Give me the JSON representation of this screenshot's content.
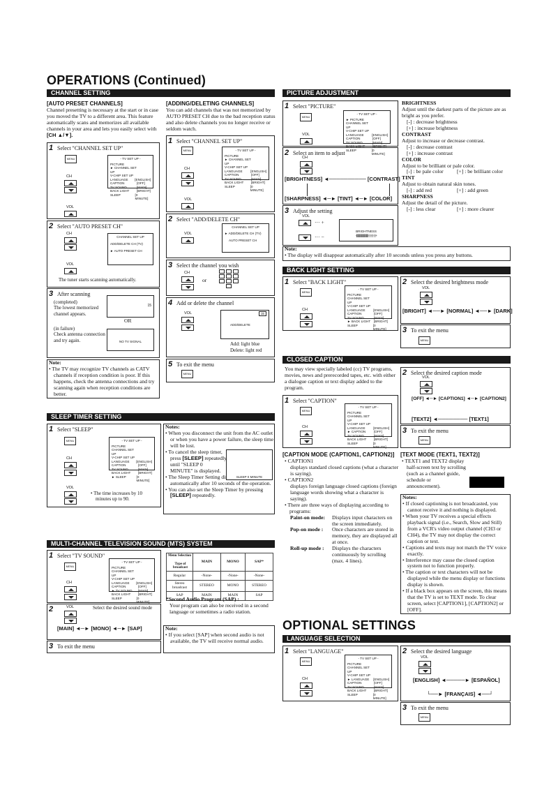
{
  "header": {
    "title": "OPERATIONS (Continued)"
  },
  "channel_setting": {
    "bar": "CHANNEL SETTING",
    "auto": {
      "title": "[AUTO PRESET CHANNELS]",
      "intro": "Channel presetting is necessary at the start or in case you moved the TV to a different area. This feature automatically scans and memorizes all available channels in your area and lets you easily select with",
      "intro_keys": "[CH ▲/▼].",
      "step1": "Select \"CHANNEL SET UP\"",
      "step2": "Select \"AUTO PRESET CH\"",
      "step2_caption": "The tuner starts scanning automatically.",
      "step3": "After scanning",
      "completed": "(completed)\nThe lowest memorized channel appears.",
      "or": "OR",
      "failure": "(in failure)\nCheck antenna connection and try again.",
      "screen_channel": "15",
      "screen_no_signal": "NO TV SIGNAL",
      "screen_auto_title": "CHANNEL SET UP",
      "screen_auto_line1": "ADD/DELETE CH (TV)",
      "screen_auto_line2": "► AUTO PRESET CH",
      "note_label": "Note:",
      "note": "The TV may recognize TV channels as CATV channels if reception condition is poor. If this happens, check the antenna connections and try scanning again when reception conditions are better."
    },
    "adding": {
      "title": "[ADDING/DELETING CHANNELS]",
      "intro": "You can add channels that was not memorized by AUTO PRESET CH due to the bad reception status and also delete channels you no longer receive or seldom watch.",
      "step1": "Select \"CHANNEL SET UP\"",
      "step2": "Select \"ADD/DELETE CH\"",
      "step3": "Select the channel you wish",
      "step3_or": "or",
      "step4": "Add or delete the channel",
      "screen_adddel": "ADD/DELETE",
      "screen_channel": "15",
      "add_label": "Add: light blue",
      "delete_label": "Delete: light red",
      "step5": "To exit the menu",
      "screen_auto_title": "CHANNEL SET UP",
      "screen_auto_line1": "► ADD/DELETE CH (TV)",
      "screen_auto_line2": "AUTO PRESET CH"
    }
  },
  "tv_menu": {
    "title": "- TV SET UP -",
    "rows": [
      [
        "PICTURE",
        ""
      ],
      [
        "CHANNEL SET UP",
        ""
      ],
      [
        "V-CHIP SET UP",
        ""
      ],
      [
        "LANGUAGE",
        "[ENGLISH]"
      ],
      [
        "CAPTION",
        "[OFF]"
      ],
      [
        "TV SOUND",
        "[MAIN]"
      ],
      [
        "BACK LIGHT",
        "[BRIGHT]"
      ],
      [
        "SLEEP",
        "[0 MINUTE]"
      ]
    ]
  },
  "buttons": {
    "menu": "MENU",
    "ch": "CH",
    "vol": "VOL"
  },
  "sleep_timer": {
    "bar": "SLEEP TIMER SETTING",
    "step1": "Select \"SLEEP\"",
    "caption": "The time increases by 10 minutes up to 90.",
    "notes_label": "Notes:",
    "note1": "When you disconnect the unit from the AC outlet or when you have a power failure, the sleep time will be lost.",
    "note2a": "To cancel the sleep timer, press",
    "note2_key": "[SLEEP]",
    "note2b": "repeatedly until \"SLEEP 0 MINUTE\" is displayed.",
    "note3": "The Sleep Timer Setting display will disappear automatically after 10 seconds of the operation.",
    "note4a": "You can also set the Sleep Timer by pressing",
    "note4_key": "[SLEEP]",
    "note4b": "repeatedly.",
    "screen": "SLEEP 0 MINUTE"
  },
  "mts": {
    "bar": "MULTI-CHANNEL TELEVISION SOUND (MTS) SYSTEM",
    "step1": "Select \"TV SOUND\"",
    "step2": "Select the desired sound mode",
    "flow": [
      "[MAIN]",
      "[MONO]",
      "[SAP]"
    ],
    "step3": "To exit the menu",
    "table_corner_top": "Menu Selection",
    "table_corner_bottom": "Type of broadcast",
    "table_headers": [
      "MAIN",
      "MONO",
      "SAP*"
    ],
    "table_rows": [
      [
        "Regular",
        "-None-",
        "-None-",
        "-None-"
      ],
      [
        "Stereo broadcast",
        "STEREO",
        "MONO",
        "STEREO"
      ],
      [
        "SAP",
        "MAIN",
        "MAIN",
        "SAP"
      ]
    ],
    "sap_title": "*Second Audio Program (SAP) :",
    "sap_text": "Your program can also be received in a second language or sometimes a radio station.",
    "note_label": "Note:",
    "note": "If you select [SAP] when second audio is not available, the TV will receive normal audio."
  },
  "picture": {
    "bar": "PICTURE ADJUSTMENT",
    "step1": "Select \"PICTURE\"",
    "step2": "Select an item to adjust",
    "step3": "Adjust the setting",
    "flow": [
      "[BRIGHTNESS]",
      "[CONTRAST]",
      "[SHARPNESS]",
      "[TINT]",
      "[COLOR]"
    ],
    "plus": "··· +",
    "minus": "··· −",
    "screen_title": "BRIGHTNESS",
    "screen_bar": "-|||||||||||||||||||||||||·|·|·|·|·|·|+",
    "settings": [
      {
        "name": "BRIGHTNESS",
        "desc": "Adjust until the darkest parts of the picture are as bright as you prefer.",
        "minus": "[-] : decrease brightness",
        "plus": "[+] : increase brightness"
      },
      {
        "name": "CONTRAST",
        "desc": "Adjust to increase or decrease contrast.",
        "minus": "[-] : decrease contrast",
        "plus": "[+] : increase contrast"
      },
      {
        "name": "COLOR",
        "desc": "Adjust to be brilliant or pale color.",
        "minus": "[-] : be pale color",
        "plus": "[+] : be brilliant color"
      },
      {
        "name": "TINT",
        "desc": "Adjust to obtain natural skin tones.",
        "minus": "[-] : add red",
        "plus": "[+] : add green"
      },
      {
        "name": "SHARPNESS",
        "desc": "Adjust the detail of the picture.",
        "minus": "[-] : less clear",
        "plus": "[+] : more clearer"
      }
    ],
    "note_label": "Note:",
    "note": "The display will disappear automatically after 10 seconds unless you press any buttons."
  },
  "backlight": {
    "bar": "BACK LIGHT SETTING",
    "step1": "Select \"BACK LIGHT\"",
    "step2": "Select the desired brightness mode",
    "flow": [
      "[BRIGHT]",
      "[NORMAL]",
      "[DARK]"
    ],
    "step3": "To exit the menu"
  },
  "caption": {
    "bar": "CLOSED CAPTION",
    "intro": "You may view specially labeled (cc) TV programs, movies, news and prerecorded tapes, etc. with either a dialogue caption or text display added to the program.",
    "step1": "Select \"CAPTION\"",
    "step2": "Select the desired caption mode",
    "flow": [
      "[OFF]",
      "[CAPTION1]",
      "[CAPTION2]",
      "[TEXT2]",
      "[TEXT1]"
    ],
    "step3": "To exit the menu",
    "mode_title": "[CAPTION MODE (CAPTION1, CAPTION2)]",
    "cap1_name": "CAPTION1",
    "cap1_desc": "displays standard closed captions (what a character is saying).",
    "cap2_name": "CAPTION2",
    "cap2_desc": "displays foreign language closed captions (foreign language words showing what a character is saying).",
    "three_ways": "There are three ways of displaying according to programs:",
    "paint_label": "Paint-on mode:",
    "paint_desc": "Displays input characters on the screen immediately.",
    "pop_label": "Pop-on mode :",
    "pop_desc": "Once characters are stored in memory, they are displayed all at once.",
    "roll_label": "Roll-up mode :",
    "roll_desc": "Displays the characters continuously by scrolling (max. 4 lines).",
    "text_title": "[TEXT MODE (TEXT1, TEXT2)]",
    "text_desc": "TEXT1 and TEXT2 display half-screen text by scrolling (such as a channel guide, schedule or announcement).",
    "notes_label": "Notes:",
    "notes": [
      "If closed captioning is not broadcasted, you cannot receive it and nothing is displayed.",
      "When your TV receives a special effects playback signal (i.e., Search, Slow and Still) from a VCR's video output channel (CH3 or CH4), the TV may not display the correct caption or text.",
      "Captions and texts may not match the TV voice exactly.",
      "Interference may cause the closed caption system not to function properly.",
      "The caption or text characters will not be displayed while the menu display or functions display is shown.",
      "If a black box appears on the screen, this means that the TV is set to TEXT mode. To clear screen, select [CAPTION1], [CAPTION2] or [OFF]."
    ]
  },
  "optional": {
    "title": "OPTIONAL SETTINGS",
    "bar": "LANGUAGE SELECTION",
    "step1": "Select \"LANGUAGE\"",
    "step2": "Select the desired language",
    "flow": [
      "[ENGLISH]",
      "[ESPAÑOL]",
      "[FRANÇAIS]"
    ],
    "step3": "To exit the menu"
  }
}
